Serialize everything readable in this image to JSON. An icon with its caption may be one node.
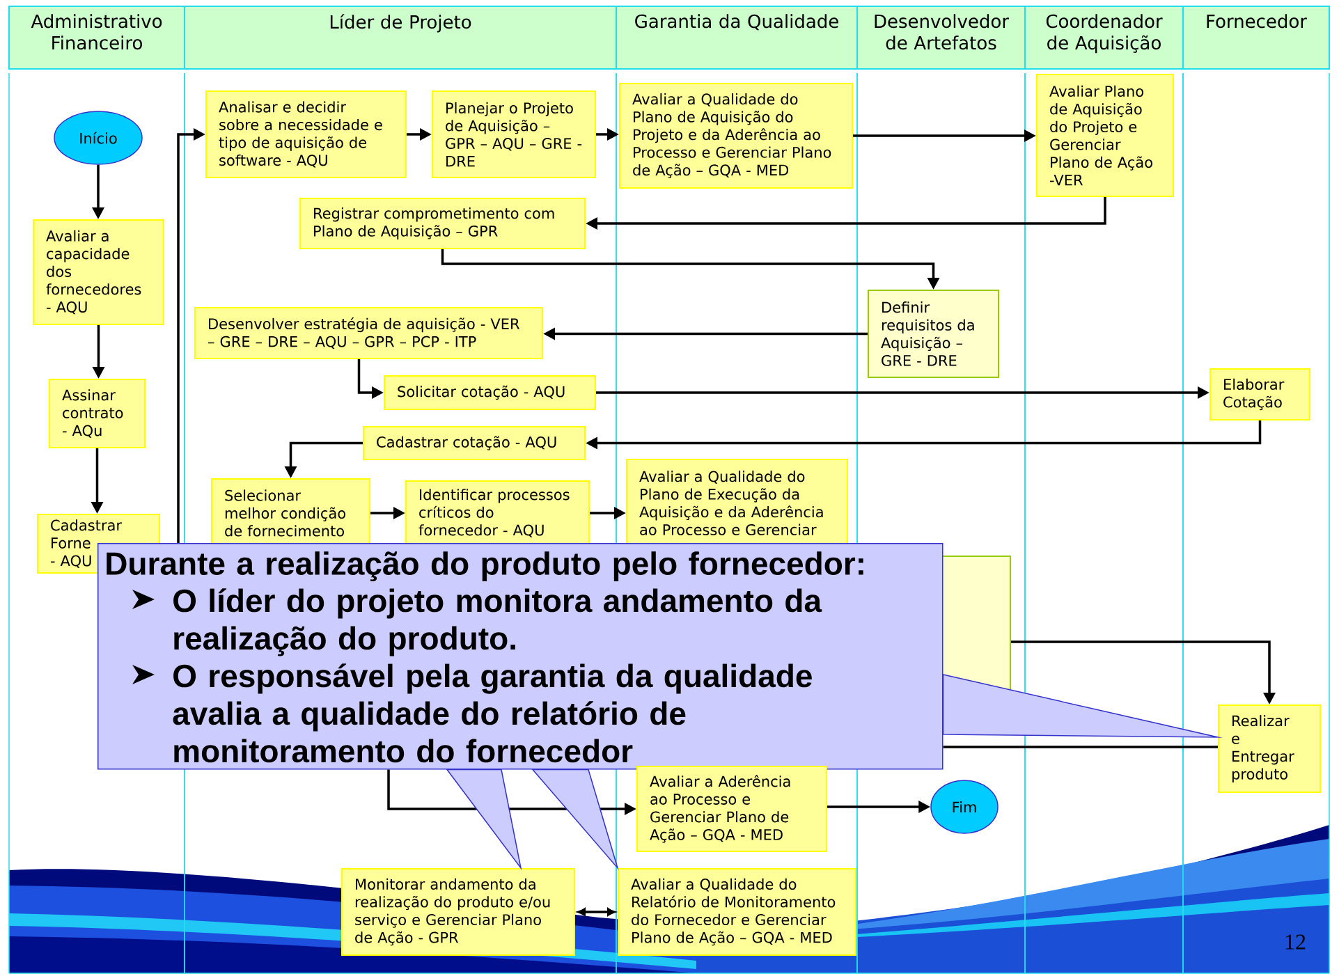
{
  "diagram": {
    "nodes": [
      {
        "text": [
          "Administrativo Financeiro"
        ]
      },
      {
        "text": [
          "Líder de Projeto"
        ]
      },
      {
        "text": [
          "Garantia da Qualidade"
        ]
      },
      {
        "text": [
          "Desenvolvedor de Artefatos"
        ]
      },
      {
        "text": [
          "Coordenador de Aquisição"
        ]
      },
      {
        "text": [
          "Fornecedor"
        ]
      },
      {
        "text": [
          "Início"
        ],
        "in": 0
      },
      {
        "text": [
          "Analisar e decidir sobre a necessidade e tipo de aquisição de software - AQU"
        ],
        "in": 1
      },
      {
        "text": [
          "Planejar o Projeto de Aquisição – GPR – AQU – GRE - DRE"
        ],
        "in": 1
      },
      {
        "text": [
          "Avaliar a Qualidade do Plano de Aquisição do Projeto e da Aderência ao Processo e Gerenciar Plano de Ação – GQA - MED"
        ],
        "in": 2
      },
      {
        "text": [
          "Avaliar Plano de Aquisição do Projeto e Gerenciar Plano de Ação -VER"
        ],
        "in": 4
      },
      {
        "text": [
          "Registrar comprometimento com Plano de Aquisição – GPR"
        ],
        "in": 1
      },
      {
        "text": [
          "Avaliar a capacidade dos fornecedores - AQU"
        ],
        "in": 0
      },
      {
        "text": [
          "Definir requisitos da Aquisição – GRE - DRE"
        ],
        "in": 3
      },
      {
        "text": [
          "Desenvolver estratégia de aquisição - VER – GRE – DRE – AQU – GPR – PCP - ITP"
        ],
        "in": 1
      },
      {
        "text": [
          "Solicitar cotação - AQU"
        ],
        "in": 1
      },
      {
        "text": [
          "Assinar contrato - AQu"
        ],
        "in": 0
      },
      {
        "text": [
          "Elaborar Cotação"
        ],
        "in": 5
      },
      {
        "text": [
          "Cadastrar cotação - AQU"
        ],
        "in": 1
      },
      {
        "text": [
          "Selecionar melhor condição de fornecimento"
        ],
        "in": 1
      },
      {
        "text": [
          "Identificar processos críticos do fornecedor - AQU"
        ],
        "in": 1
      },
      {
        "text": [
          "Avaliar a Qualidade do Plano de Execução da Aquisição e da Aderência ao Processo e Gerenciar"
        ],
        "in": 2
      },
      {
        "text": [
          "Cadastrar Forne - AQU"
        ],
        "in": 0
      },
      {
        "text": [],
        "shape": "box",
        "in": 3
      },
      {
        "text": [
          "Durante a realização do produto pelo fornecedor:",
          "O líder do projeto monitora andamento da realização do produto.",
          "O responsável pela garantia da qualidade avalia a qualidade do relatório de monitoramento do fornecedor"
        ]
      },
      {
        "text": [
          "Realizar e Entregar produto"
        ],
        "in": 5
      },
      {
        "text": [
          "Avaliar a Aderência ao Processo e Gerenciar Plano de Ação – GQA - MED"
        ],
        "in": 2
      },
      {
        "text": [
          "Fim"
        ],
        "in": 3
      },
      {
        "text": [
          "Monitorar andamento da realização do produto e/ou serviço e Gerenciar Plano de Ação - GPR"
        ],
        "in": 1
      },
      {
        "text": [
          "Avaliar a Qualidade do Relatório de Monitoramento do Fornecedor e Gerenciar Plano de Ação – GQA - MED"
        ],
        "in": 2
      }
    ],
    "edges": [
      {
        "from": 6,
        "to": 12,
        "arrow": "to"
      },
      {
        "from": 12,
        "to": 16,
        "arrow": "to"
      },
      {
        "from": 16,
        "to": 22,
        "arrow": "to"
      },
      {
        "from": 24,
        "to": 7,
        "arrow": "to"
      },
      {
        "from": 7,
        "to": 8,
        "arrow": "to"
      },
      {
        "from": 8,
        "to": 9,
        "arrow": "to"
      },
      {
        "from": 9,
        "to": 10,
        "arrow": "to"
      },
      {
        "from": 10,
        "to": 11,
        "arrow": "to"
      },
      {
        "from": 11,
        "to": 13,
        "arrow": "to"
      },
      {
        "from": 13,
        "to": 14,
        "arrow": "to"
      },
      {
        "from": 14,
        "to": 15,
        "arrow": "to"
      },
      {
        "from": 15,
        "to": 17,
        "arrow": "to"
      },
      {
        "from": 17,
        "to": 18,
        "arrow": "to"
      },
      {
        "from": 18,
        "to": 19,
        "arrow": "to"
      },
      {
        "from": 19,
        "to": 20,
        "arrow": "to"
      },
      {
        "from": 20,
        "to": 21,
        "arrow": "to"
      },
      {
        "from": 23,
        "to": 25,
        "arrow": "to"
      },
      {
        "from": 25,
        "to": 24,
        "arrow": "none"
      },
      {
        "from": 24,
        "to": 26,
        "arrow": "to"
      },
      {
        "from": 26,
        "to": 27,
        "arrow": "to"
      },
      {
        "from": 28,
        "to": 29,
        "arrow": "both"
      },
      {
        "from": 24,
        "to": 28,
        "arrow": "to"
      },
      {
        "from": 24,
        "to": 29,
        "arrow": "to"
      },
      {
        "from": 24,
        "to": 25,
        "arrow": "to"
      }
    ],
    "labels": [
      "12"
    ]
  }
}
